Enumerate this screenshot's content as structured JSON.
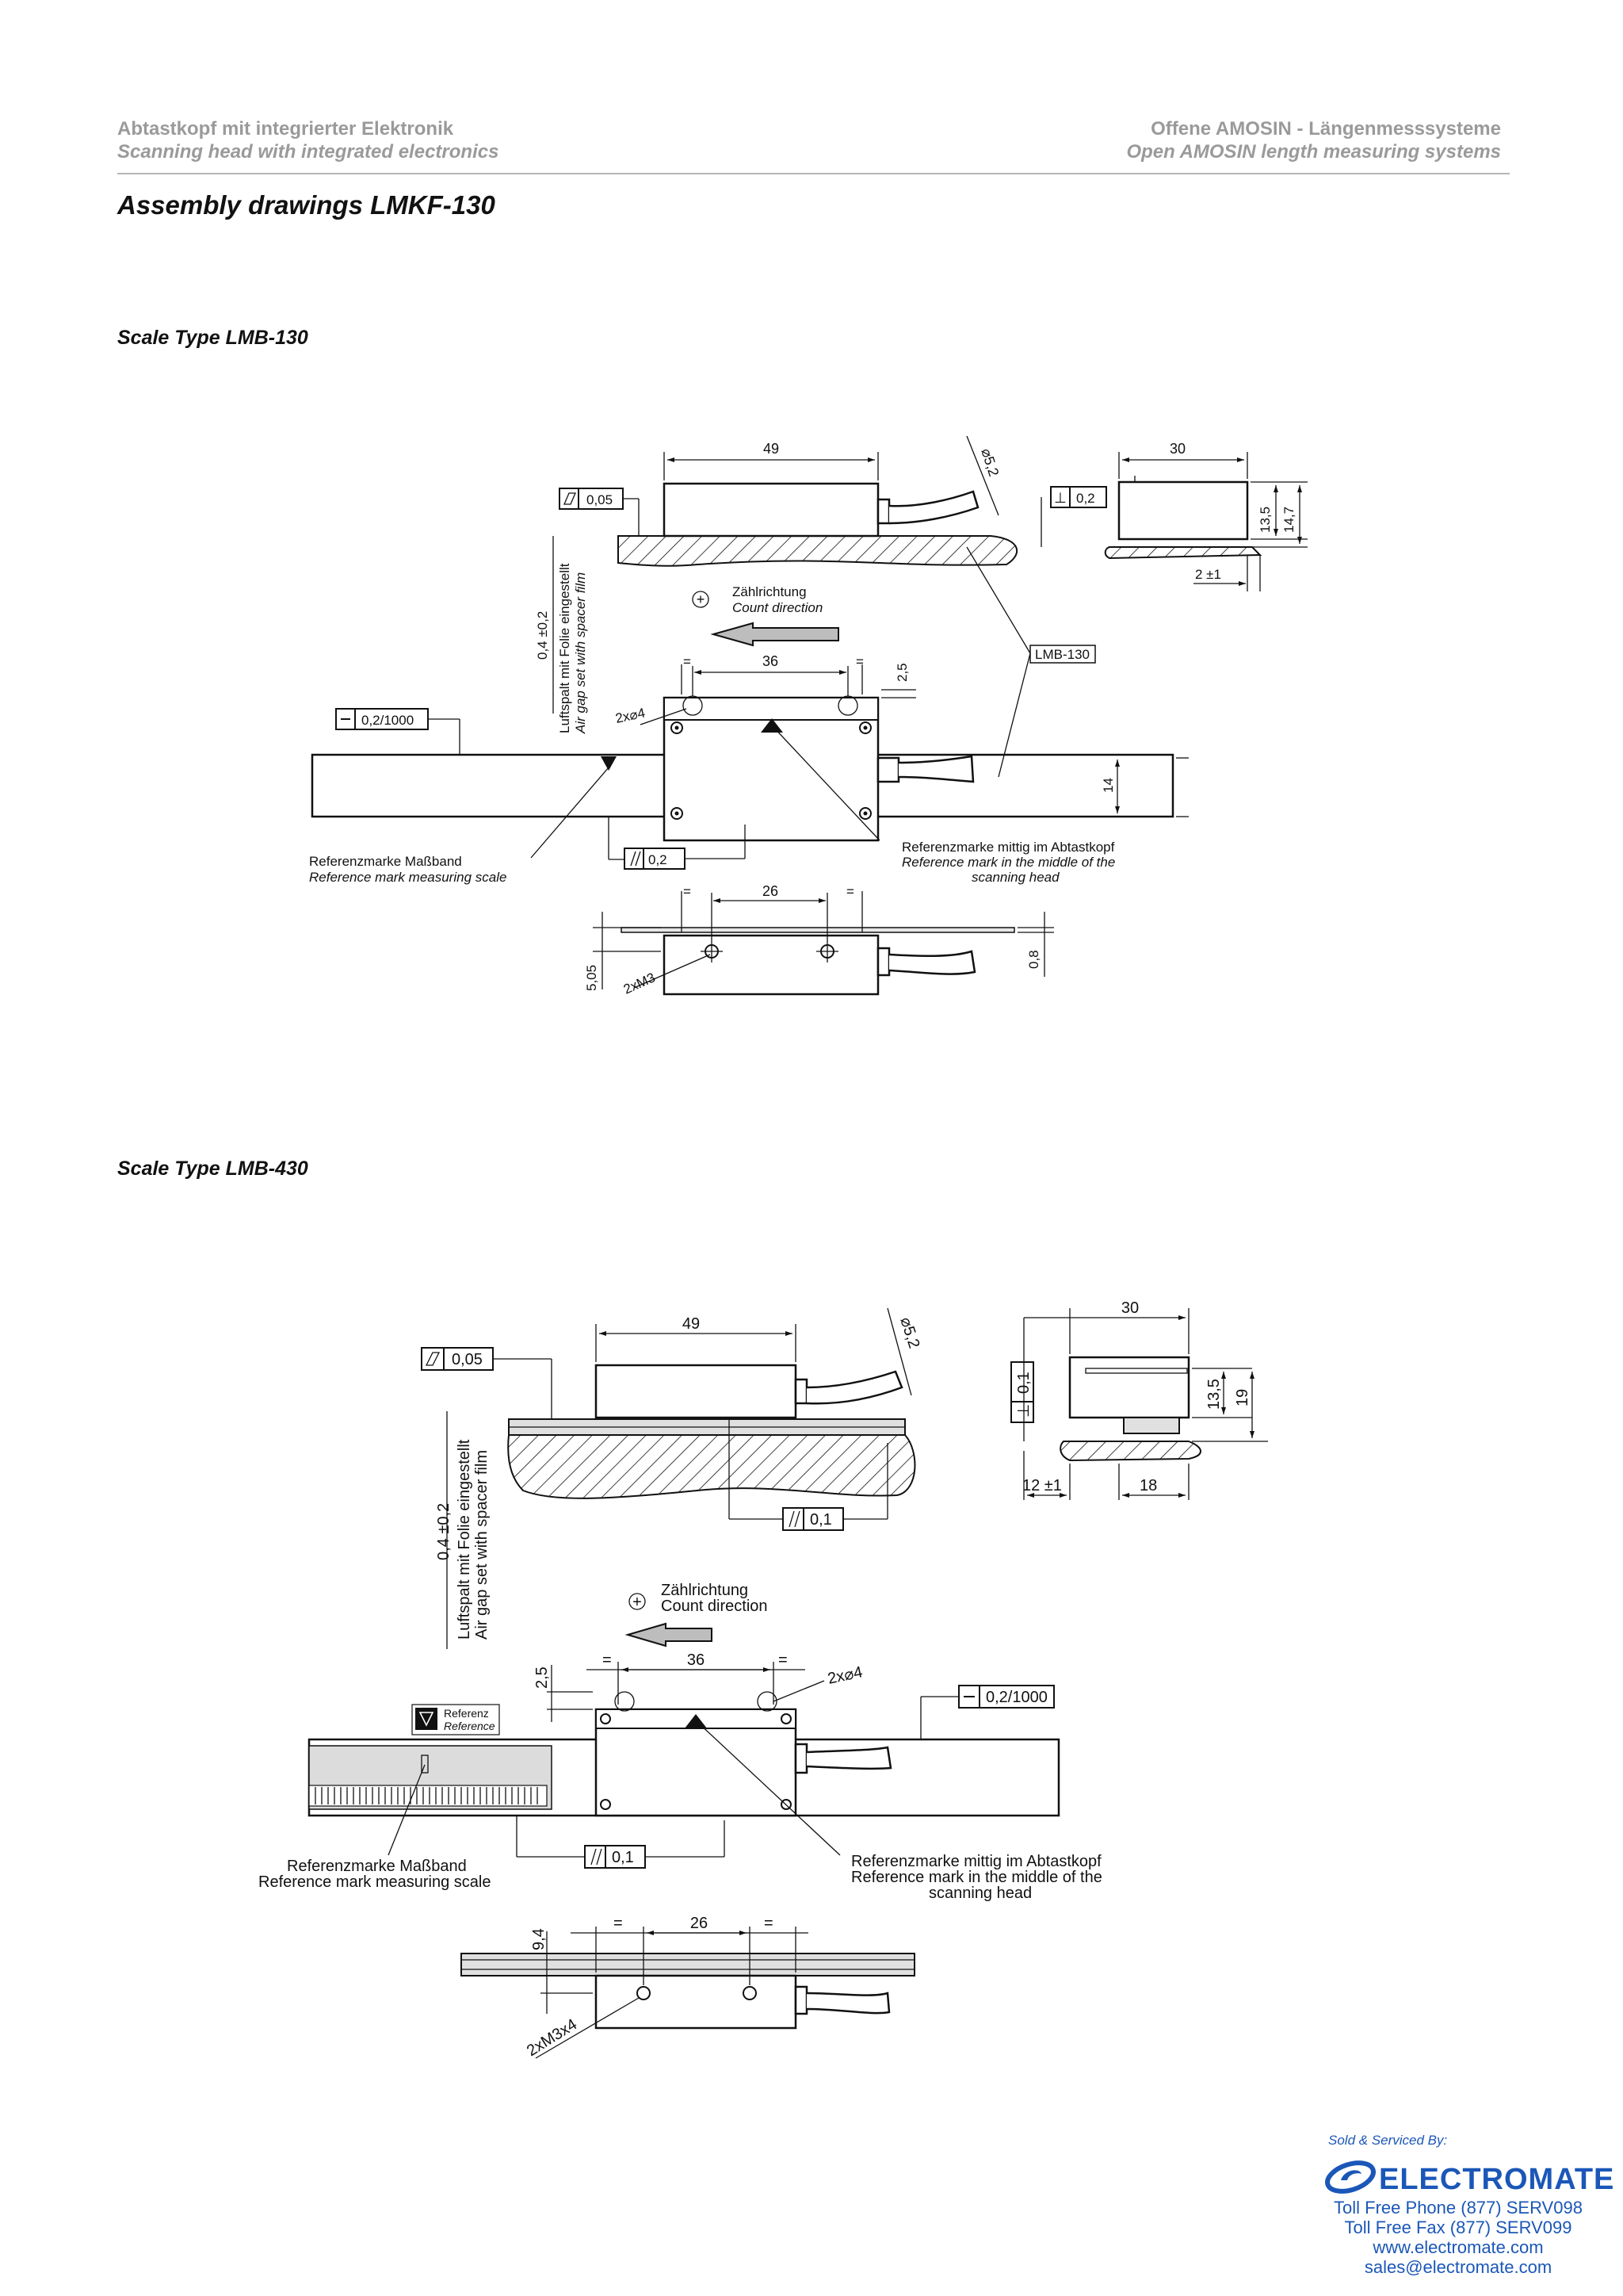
{
  "header": {
    "left_de": "Abtastkopf mit integrierter Elektronik",
    "left_en": "Scanning head with integrated electronics",
    "right_de": "Offene AMOSIN - Längenmesssysteme",
    "right_en": "Open AMOSIN length measuring systems"
  },
  "title": "Assembly drawings LMKF-130",
  "section1": {
    "heading": "Scale Type LMB-130",
    "dims": {
      "length": "49",
      "cable": "⌀5,2",
      "flatness": "0,05",
      "width": "30",
      "perp": "0,2",
      "h1": "13,5",
      "h2": "14,7",
      "offset": "2 ±1",
      "gap": "0,4 ±0,2",
      "gap_de": "Luftspalt mit Folie eingestellt",
      "gap_en": "Air gap set with spacer film",
      "count_de": "Zählrichtung",
      "count_en": "Count direction",
      "scale_label": "LMB-130",
      "hole_pitch": "36",
      "eq": "=",
      "edge": "2,5",
      "holes": "2x⌀4",
      "straightness": "0,2/1000",
      "scale_height": "14",
      "parallel": "0,2",
      "ref_scale_de": "Referenzmarke Maßband",
      "ref_scale_en": "Reference mark measuring scale",
      "ref_head_de": "Referenzmarke mittig im Abtastkopf",
      "ref_head_en1": "Reference mark in the middle of the",
      "ref_head_en2": "scanning head",
      "thread_pitch": "26",
      "height_low": "5,05",
      "threads": "2xM3",
      "film": "0,8"
    }
  },
  "section2": {
    "heading": "Scale Type LMB-430",
    "dims": {
      "length": "49",
      "cable": "⌀5,2",
      "flatness": "0,05",
      "width": "30",
      "perp": "0,1",
      "h1": "13,5",
      "h2": "19",
      "off1": "12 ±1",
      "off2": "18",
      "parallel1": "0,1",
      "gap": "0,4 ±0,2",
      "gap_de": "Luftspalt mit Folie eingestellt",
      "gap_en": "Air gap set with spacer film",
      "count_de": "Zählrichtung",
      "count_en": "Count direction",
      "edge": "2,5",
      "eq": "=",
      "hole_pitch": "36",
      "holes": "2x⌀4",
      "straightness": "0,2/1000",
      "ref_de": "Referenz",
      "ref_en": "Reference",
      "parallel2": "0,1",
      "ref_scale_de": "Referenzmarke Maßband",
      "ref_scale_en": "Reference mark measuring scale",
      "ref_head_de": "Referenzmarke mittig im Abtastkopf",
      "ref_head_en1": "Reference mark in the middle of the",
      "ref_head_en2": "scanning head",
      "height_low": "9,4",
      "thread_pitch": "26",
      "threads": "2xM3x4"
    }
  },
  "footer": {
    "sold": "Sold & Serviced By:",
    "brand": "ELECTROMATE",
    "phone": "Toll Free Phone  (877) SERV098",
    "fax": "Toll Free Fax  (877) SERV099",
    "web": "www.electromate.com",
    "email": "sales@electromate.com"
  },
  "colors": {
    "brand": "#1b57b8",
    "header_grey": "#9a9a9a"
  }
}
